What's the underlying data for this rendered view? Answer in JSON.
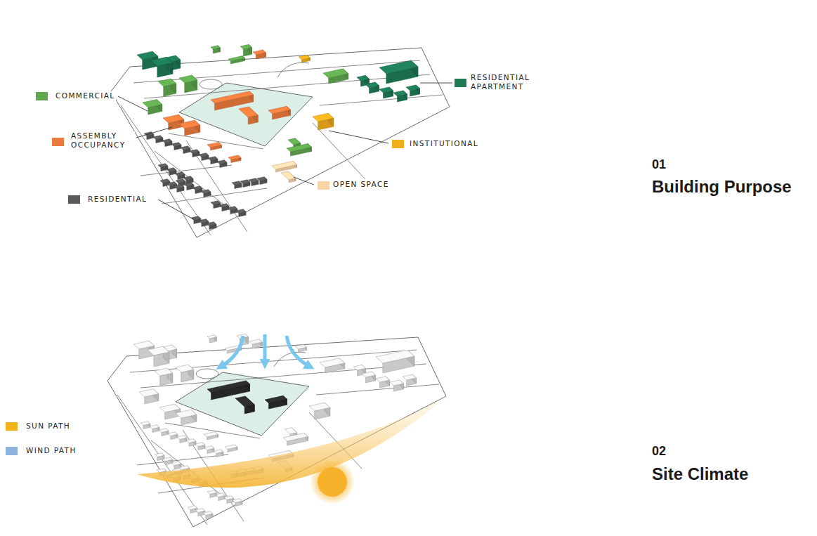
{
  "diagram": {
    "labels": [
      "01",
      "Building Purpose",
      "02",
      "Site Climate"
    ],
    "legend": [
      {
        "text": "COMMERCIAL",
        "color": "#5fa84e"
      },
      {
        "text": "RESIDENTIAL APARTMENT",
        "color": "#1d7a55"
      },
      {
        "text": "ASSEMBLY OCCUPANCY",
        "color": "#eb7a3d"
      },
      {
        "text": "INSTITUTIONAL",
        "color": "#f2ad1c"
      },
      {
        "text": "OPEN SPACE",
        "color": "#f8d4a8"
      },
      {
        "text": "RESIDENTIAL",
        "color": "#5a5a5c"
      },
      {
        "text": "SUN PATH",
        "color": "#f2b21c"
      },
      {
        "text": "WIND PATH",
        "color": "#8db3de"
      }
    ]
  }
}
